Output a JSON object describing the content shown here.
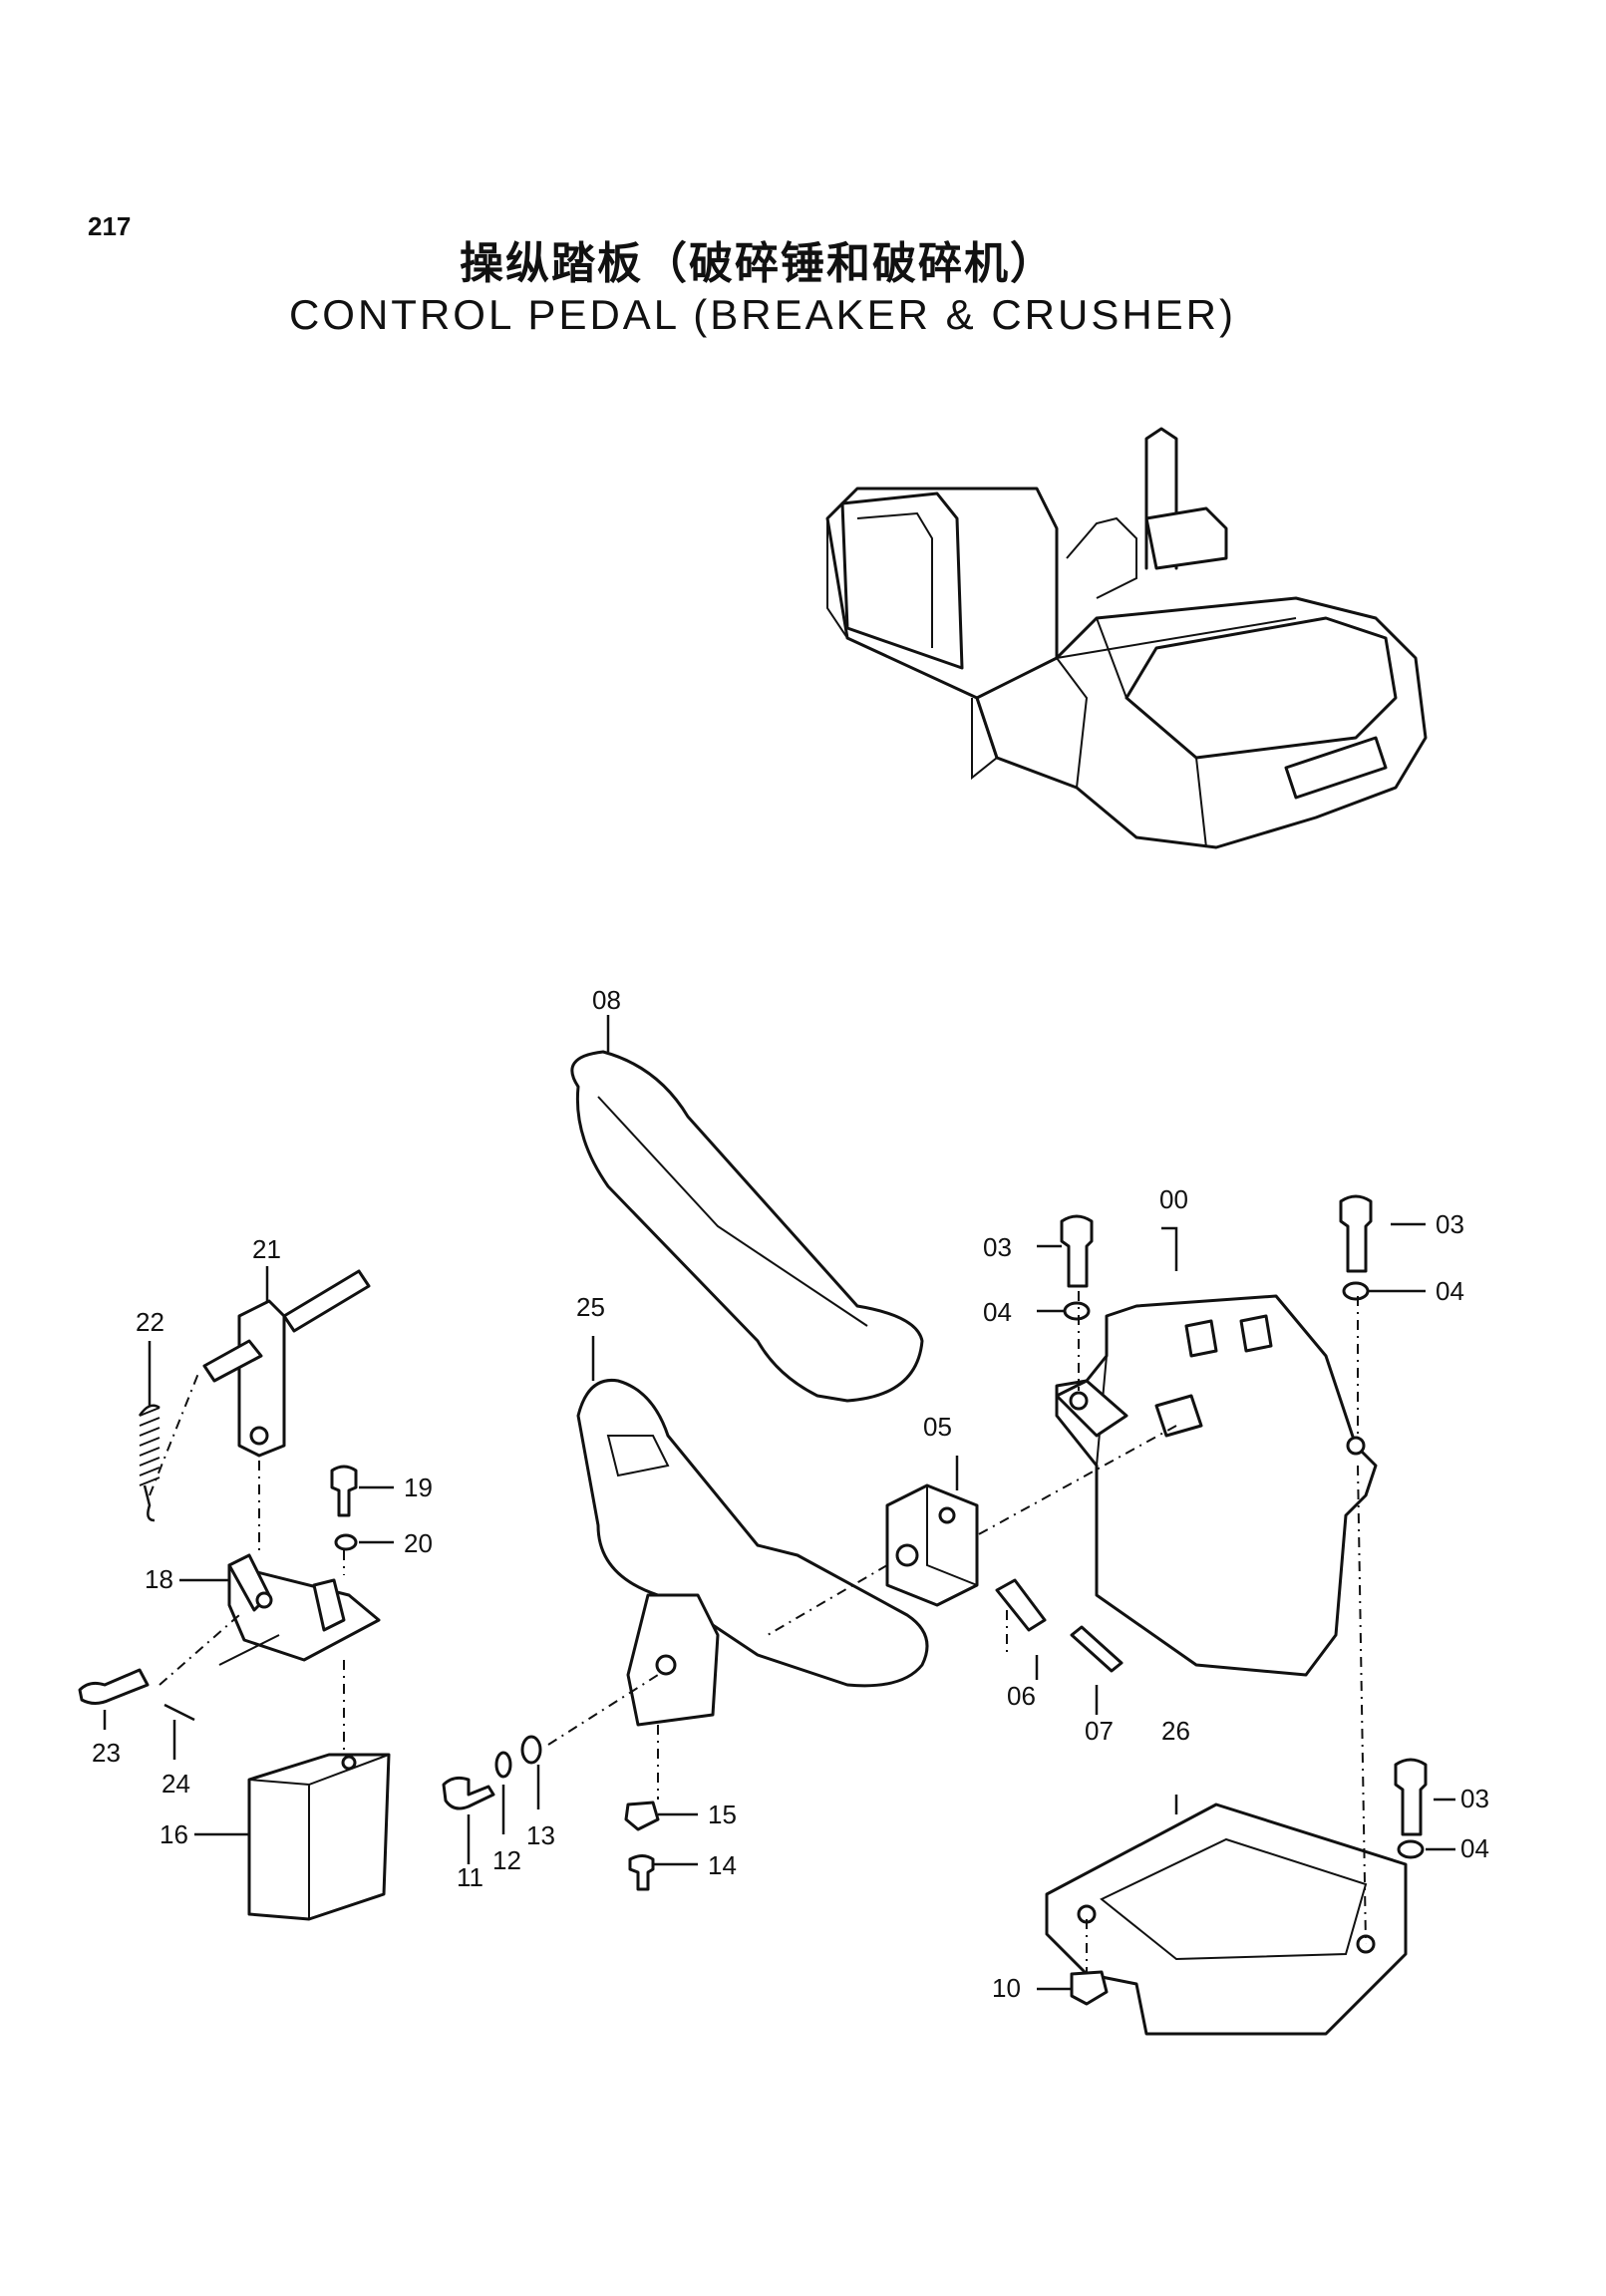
{
  "page_number": "217",
  "title_cn": "操纵踏板（破碎锤和破碎机）",
  "title_en": "CONTROL PEDAL (BREAKER & CRUSHER)",
  "labels": {
    "p00": "00",
    "p03a": "03",
    "p03b": "03",
    "p03c": "03",
    "p04a": "04",
    "p04b": "04",
    "p04c": "04",
    "p05": "05",
    "p06": "06",
    "p07": "07",
    "p08": "08",
    "p10": "10",
    "p11": "11",
    "p12": "12",
    "p13": "13",
    "p14": "14",
    "p15": "15",
    "p16": "16",
    "p18": "18",
    "p19": "19",
    "p20": "20",
    "p21": "21",
    "p22": "22",
    "p23": "23",
    "p24": "24",
    "p25": "25",
    "p26": "26"
  }
}
